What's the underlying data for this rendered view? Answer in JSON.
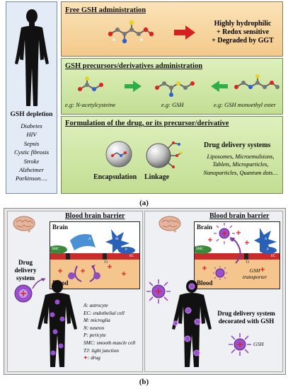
{
  "panel_a": {
    "depletion_title": "GSH depletion",
    "diseases": [
      "Diabetes",
      "HIV",
      "Sepsis",
      "Cystic fibrosis",
      "Stroke",
      "Alzheimer",
      "Parkinson…."
    ],
    "free_box": {
      "title": "Free GSH administration",
      "props": [
        "Highly hydrophilic",
        "+ Redox sensitive",
        "+ Degraded by GGT"
      ]
    },
    "precursor_box": {
      "title": "GSH precursors/derivatives administration",
      "labels": [
        "e.g: N-acetylcysteine",
        "e.g: GSH",
        "e.g: GSH monoethyl ester"
      ]
    },
    "formulation_box": {
      "title": "Formulation of the drug, or its precursor/derivative",
      "encapsulation": "Encapsulation",
      "linkage": "Linkage",
      "dds_title": "Drug delivery systems",
      "dds_lines": [
        "Liposomes, Microemulsions,",
        "Tablets, Microparticles,",
        "Nanoparticles, Quantum dots…"
      ]
    },
    "caption": "(a)"
  },
  "panel_b": {
    "left": {
      "bbb_title": "Blood brain barrier",
      "brain": "Brain",
      "blood": "Blood",
      "cell_labels": {
        "a": "A",
        "smc": "SMC",
        "m": "M",
        "p": "P",
        "ec": "EC",
        "tj": "TJ"
      },
      "dds_label": [
        "Drug",
        "delivery",
        "system"
      ],
      "legend": [
        "A: astrocyte",
        "EC: endothelial cell",
        "M: microglia",
        "N: neuron",
        "P: pericyte",
        "SMC: smooth muscle cell",
        "TJ: tight junction",
        ": drug"
      ]
    },
    "right": {
      "bbb_title": "Blood brain barrier",
      "brain": "Brain",
      "blood": "Blood",
      "cell_labels": {
        "a": "A",
        "smc": "SMC",
        "p": "P",
        "ec": "EC",
        "tj": "TJ"
      },
      "transporter": [
        "GSH",
        "transporter"
      ],
      "decorated": [
        "Drug delivery system",
        "decorated with GSH"
      ],
      "gsh": "GSH"
    },
    "caption": "(b)"
  },
  "colors": {
    "orange_box": "#f8d9a0",
    "green_box": "#cfe5a8",
    "left_panel": "#e3ecf6",
    "panel_b_bg": "#e6e6e6",
    "arrow_red": "#d42020",
    "arrow_green": "#2eae4b",
    "vessel": "#f5c58e"
  }
}
